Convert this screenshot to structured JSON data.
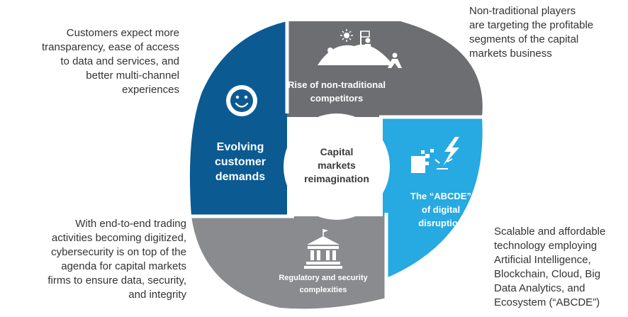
{
  "center": {
    "lines": [
      "Capital",
      "markets",
      "reimagination"
    ]
  },
  "segments": {
    "top": {
      "lines": [
        "Rise of non-traditional",
        "competitors"
      ],
      "color": "#6d6e71",
      "icon": "mountain-climbers-icon"
    },
    "right": {
      "lines": [
        "The “ABCDE”",
        "of digital",
        "disruption"
      ],
      "color": "#27a9e1",
      "icon": "digital-lightning-icon"
    },
    "bottom": {
      "lines": [
        "Regulatory and security",
        "complexities"
      ],
      "color": "#8a8b8e",
      "icon": "government-building-icon"
    },
    "left": {
      "lines": [
        "Evolving",
        "customer",
        "demands"
      ],
      "color": "#0b5a92",
      "icon": "smiley-face-icon"
    }
  },
  "notes": {
    "top_left": [
      "Customers expect more",
      "transparency, ease of access",
      "to data and services, and",
      "better multi-channel",
      "experiences"
    ],
    "top_right": [
      "Non-traditional players",
      "are targeting the profitable",
      "segments of the capital",
      "markets business"
    ],
    "bottom_left": [
      "With end-to-end trading",
      "activities becoming digitized,",
      "cybersecurity is on top of the",
      "agenda for capital markets",
      "firms to ensure data, security,",
      "and integrity"
    ],
    "bottom_right": [
      "Scalable and affordable",
      "technology employing",
      "Artificial Intelligence,",
      "Blockchain, Cloud, Big",
      "Data Analytics, and",
      "Ecosystem (“ABCDE”)"
    ]
  }
}
